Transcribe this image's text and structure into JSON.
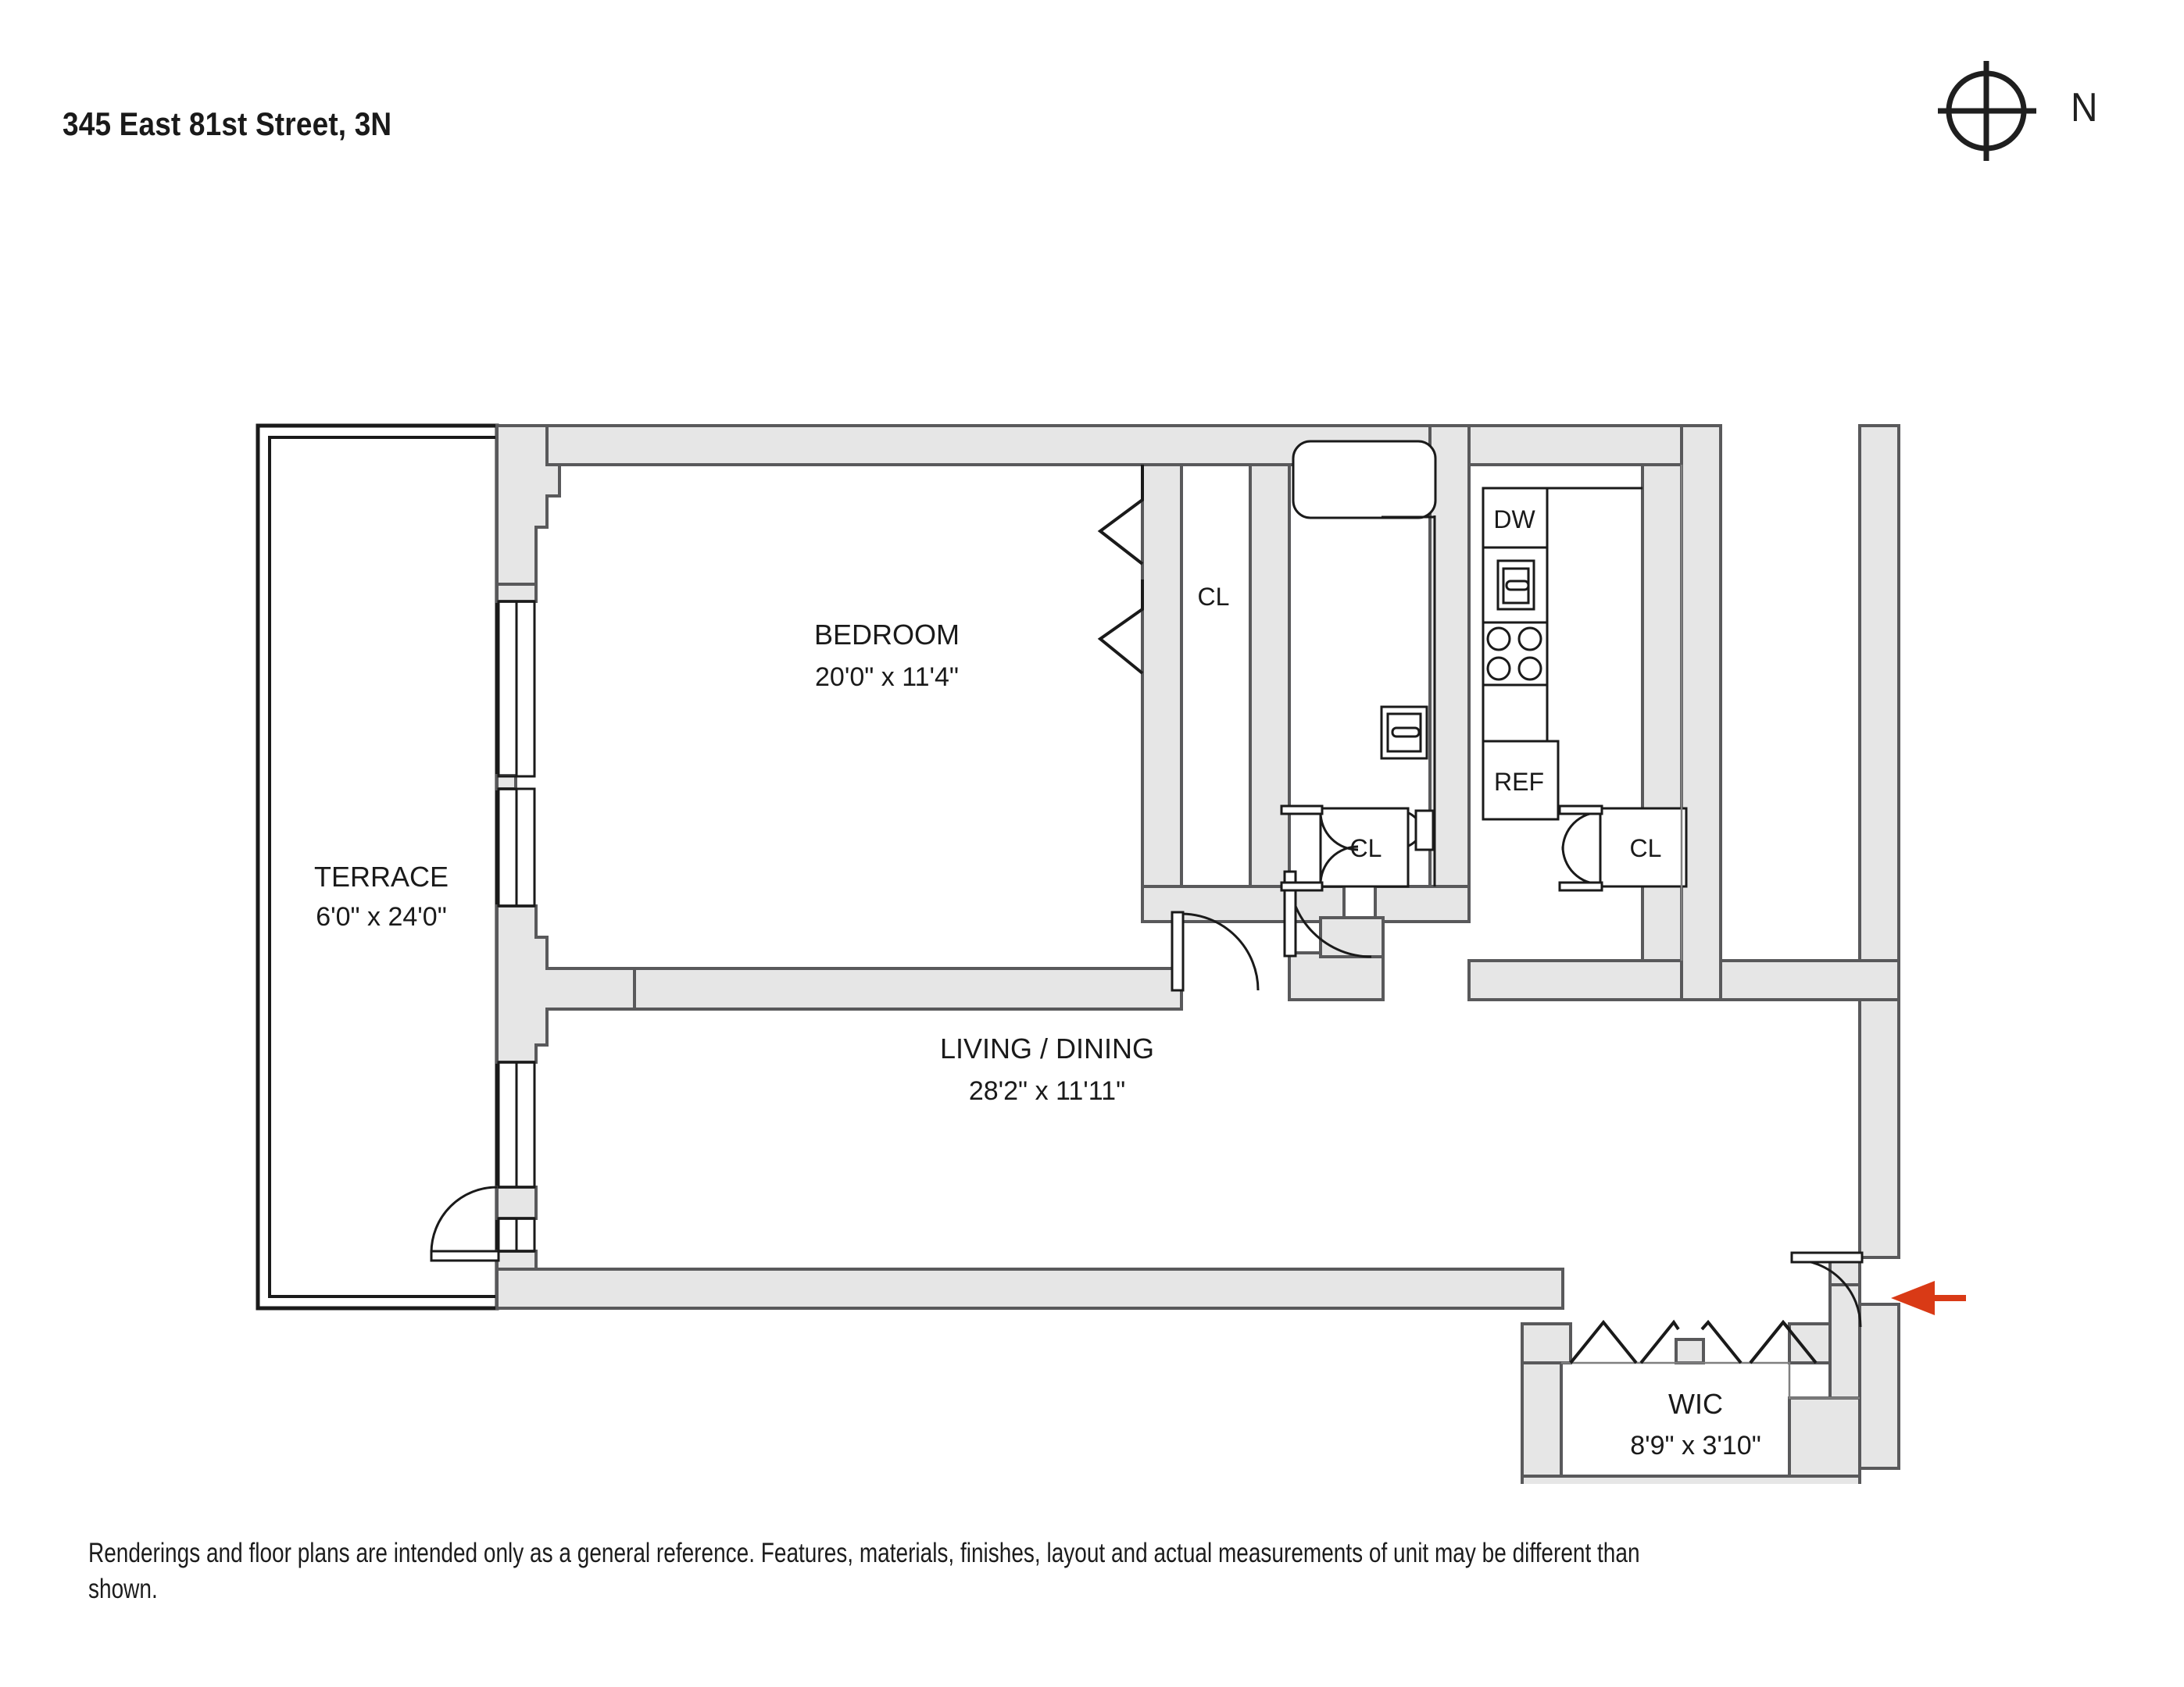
{
  "title": "345 East 81st Street, 3N",
  "compass": {
    "label": "N",
    "icon": "compass-north-icon"
  },
  "disclaimer": "Renderings and floor plans are intended only as a general reference. Features, materials, finishes, layout and actual measurements of unit may be different than shown.",
  "colors": {
    "wall_fill": "#E6E6E6",
    "wall_stroke": "#59595b",
    "line": "#1a1a1a",
    "text": "#1a1a1a",
    "entry_arrow": "#D93A16",
    "background": "#ffffff"
  },
  "rooms": [
    {
      "name": "TERRACE",
      "dimensions": "6'0\" x 24'0\""
    },
    {
      "name": "BEDROOM",
      "dimensions": "20'0\" x 11'4\""
    },
    {
      "name": "LIVING / DINING",
      "dimensions": "28'2\" x 11'11\""
    },
    {
      "name": "WIC",
      "dimensions": "8'9\" x 3'10\""
    }
  ],
  "closets": [
    {
      "label": "CL",
      "id": "bedroom-closet"
    },
    {
      "label": "CL",
      "id": "hall-closet"
    },
    {
      "label": "CL",
      "id": "entry-closet"
    }
  ],
  "appliances": [
    {
      "label": "DW",
      "id": "dishwasher"
    },
    {
      "label": "REF",
      "id": "refrigerator"
    }
  ],
  "fixtures": [
    {
      "id": "bathtub"
    },
    {
      "id": "bathroom-sink"
    },
    {
      "id": "toilet"
    },
    {
      "id": "kitchen-sink"
    },
    {
      "id": "cooktop"
    }
  ],
  "markers": [
    {
      "id": "entry-arrow",
      "description": "entry door arrow"
    }
  ]
}
